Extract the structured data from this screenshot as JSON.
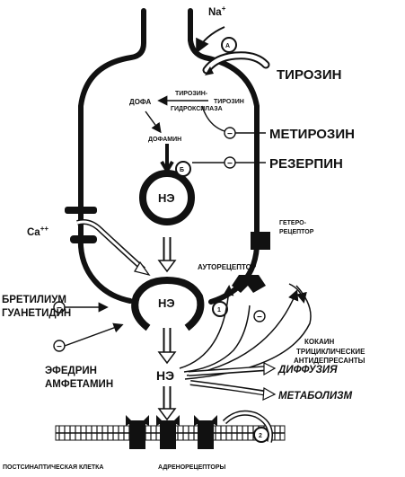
{
  "colors": {
    "ink": "#111111",
    "paper": "#ffffff"
  },
  "labels": {
    "na": "Na",
    "na_sup": "+",
    "a_marker": "A",
    "b_marker": "Б",
    "tyrosine_big": "ТИРОЗИН",
    "dofa": "ДОФА",
    "tyrosine_hydroxylase_1": "ТИРОЗИН-",
    "tyrosine_hydroxylase_2": "ГИДРОКСИЛАЗА",
    "tyrosine_small": "ТИРОЗИН",
    "metyrosine": "МЕТИРОЗИН",
    "dopamine": "ДОФАМИН",
    "reserpine": "РЕЗЕРПИН",
    "ne_vesicle": "НЭ",
    "ne_synaptic": "НЭ",
    "ne_cleft": "НЭ",
    "ca": "Ca",
    "ca_sup": "++",
    "heteroreceptor_1": "ГЕТЕРО-",
    "heteroreceptor_2": "РЕЦЕПТОР",
    "autoreceptor": "АУТОРЕЦЕПТОР",
    "bretylium": "БРЕТИЛИУМ",
    "guanethidine": "ГУАНЕТИДИН",
    "marker_1": "1",
    "marker_2": "2",
    "cocaine": "КОКАИН",
    "tricyclic": "ТРИЦИКЛИЧЕСКИЕ",
    "antidepressants": "АНТИДЕПРЕСАНТЫ",
    "ephedrine": "ЭФЕДРИН",
    "amphetamine": "АМФЕТАМИН",
    "diffusion": "ДИФФУЗИЯ",
    "metabolism": "МЕТАБОЛИЗМ",
    "postsynaptic_cell": "ПОСТСИНАПТИЧЕСКАЯ КЛЕТКА",
    "adrenoreceptors": "АДРЕНОРЕЦЕПТОРЫ",
    "minus": "−"
  }
}
